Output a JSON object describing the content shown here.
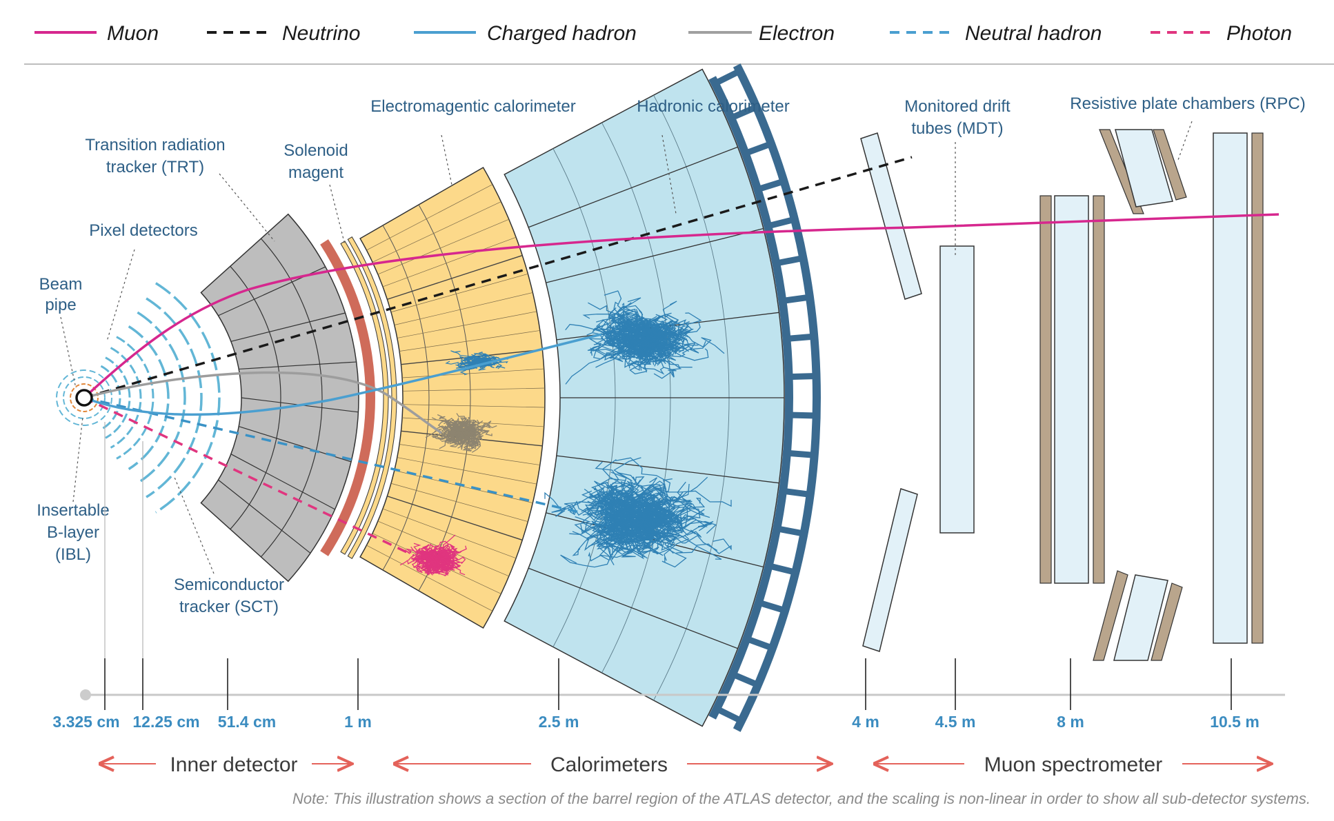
{
  "legend": [
    {
      "label": "Muon",
      "color": "#d6278e",
      "dash": "solid"
    },
    {
      "label": "Neutrino",
      "color": "#1a1a1a",
      "dash": "dashed"
    },
    {
      "label": "Charged hadron",
      "color": "#4a9fd0",
      "dash": "solid"
    },
    {
      "label": "Electron",
      "color": "#a0a0a0",
      "dash": "solid"
    },
    {
      "label": "Neutral hadron",
      "color": "#4a9fd0",
      "dash": "dashed"
    },
    {
      "label": "Photon",
      "color": "#e0357f",
      "dash": "dashed"
    }
  ],
  "components": {
    "beam_pipe": [
      "Beam",
      "pipe"
    ],
    "pixel": "Pixel detectors",
    "trt": [
      "Transition radiation",
      "tracker (TRT)"
    ],
    "solenoid": [
      "Solenoid",
      "magent"
    ],
    "em_cal": "Electromagentic calorimeter",
    "had_cal": "Hadronic calorimeter",
    "mdt": [
      "Monitored drift",
      "tubes (MDT)"
    ],
    "rpc": "Resistive plate chambers (RPC)",
    "ibl": [
      "Insertable",
      "B-layer",
      "(IBL)"
    ],
    "sct": [
      "Semiconductor",
      "tracker (SCT)"
    ]
  },
  "scale_labels": [
    "3.325 cm",
    "12.25 cm",
    "51.4 cm",
    "1 m",
    "2.5 m",
    "4 m",
    "4.5 m",
    "8 m",
    "10.5 m"
  ],
  "sections": [
    "Inner detector",
    "Calorimeters",
    "Muon spectrometer"
  ],
  "note": "Note: This illustration shows a section of the barrel region of the ATLAS detector, and the scaling is non-linear in order to show all sub-detector systems.",
  "colors": {
    "em_fill": "#fcd98a",
    "had_fill": "#bfe3ee",
    "trt_fill": "#bdbdbd",
    "solenoid": "#cf6b5a",
    "toroid": "#3a6a90",
    "chamber_fill": "#e2f1f8",
    "rpc_plate": "#b9a58c"
  }
}
